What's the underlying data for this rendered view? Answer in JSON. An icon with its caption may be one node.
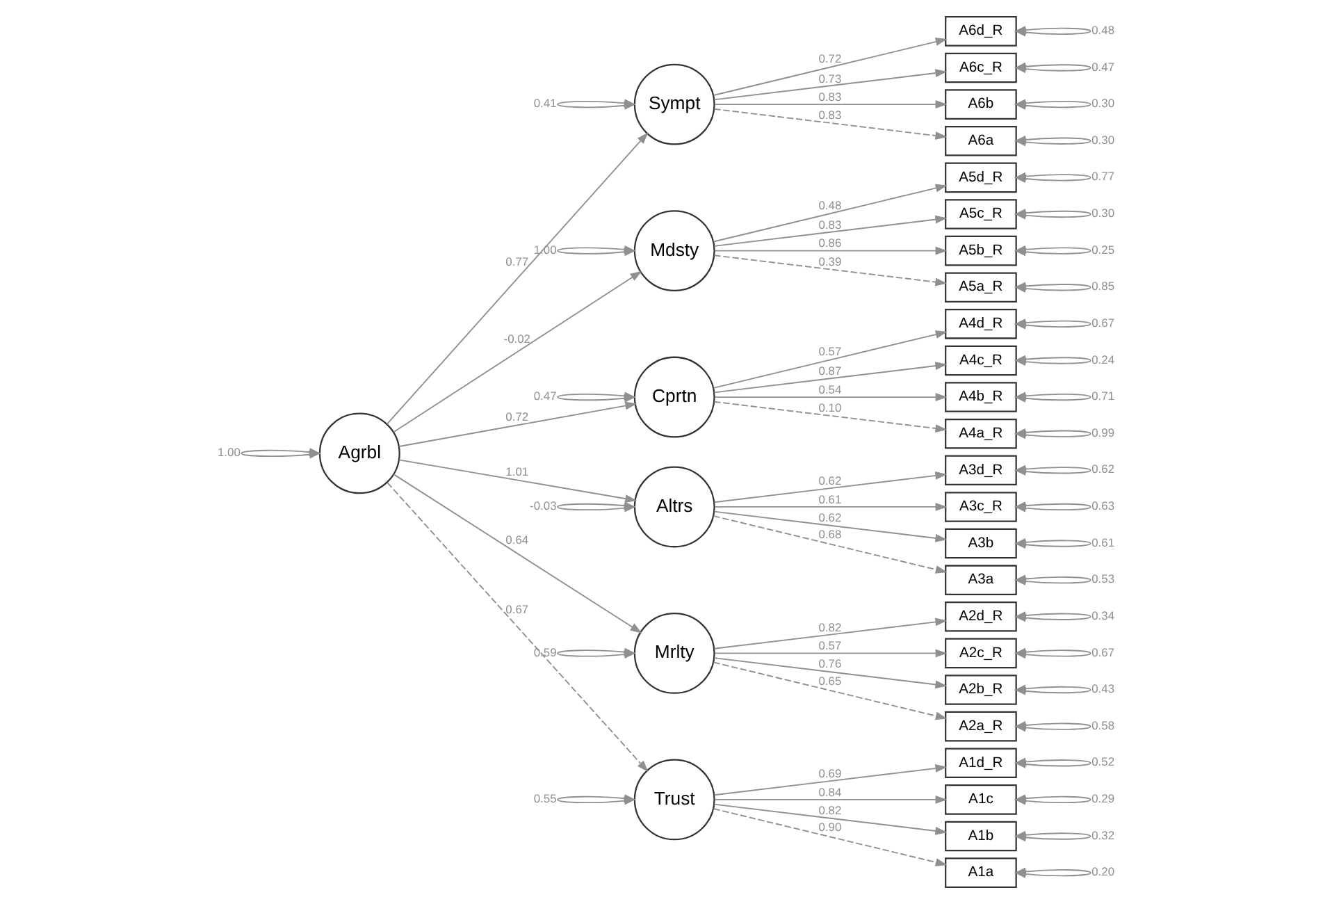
{
  "diagram": {
    "nodes": [
      {
        "text": [
          "Agrbl"
        ]
      },
      {
        "text": [
          "Sympt"
        ]
      },
      {
        "text": [
          "Mdsty"
        ]
      },
      {
        "text": [
          "Cprtn"
        ]
      },
      {
        "text": [
          "Altrs"
        ]
      },
      {
        "text": [
          "Mrlty"
        ]
      },
      {
        "text": [
          "Trust"
        ]
      },
      {
        "text": [
          "A6d_R"
        ]
      },
      {
        "text": [
          "A6c_R"
        ]
      },
      {
        "text": [
          "A6b"
        ]
      },
      {
        "text": [
          "A6a"
        ]
      },
      {
        "text": [
          "A5d_R"
        ]
      },
      {
        "text": [
          "A5c_R"
        ]
      },
      {
        "text": [
          "A5b_R"
        ]
      },
      {
        "text": [
          "A5a_R"
        ]
      },
      {
        "text": [
          "A4d_R"
        ]
      },
      {
        "text": [
          "A4c_R"
        ]
      },
      {
        "text": [
          "A4b_R"
        ]
      },
      {
        "text": [
          "A4a_R"
        ]
      },
      {
        "text": [
          "A3d_R"
        ]
      },
      {
        "text": [
          "A3c_R"
        ]
      },
      {
        "text": [
          "A3b"
        ]
      },
      {
        "text": [
          "A3a"
        ]
      },
      {
        "text": [
          "A2d_R"
        ]
      },
      {
        "text": [
          "A2c_R"
        ]
      },
      {
        "text": [
          "A2b_R"
        ]
      },
      {
        "text": [
          "A2a_R"
        ]
      },
      {
        "text": [
          "A1d_R"
        ]
      },
      {
        "text": [
          "A1c"
        ]
      },
      {
        "text": [
          "A1b"
        ]
      },
      {
        "text": [
          "A1a"
        ]
      }
    ],
    "edges": [
      {
        "from": 0,
        "to": 1,
        "arrow": "to",
        "label": "0.77"
      },
      {
        "from": 0,
        "to": 2,
        "arrow": "to",
        "label": "-0.02"
      },
      {
        "from": 0,
        "to": 3,
        "arrow": "to",
        "label": "0.72"
      },
      {
        "from": 0,
        "to": 4,
        "arrow": "to",
        "label": "1.01"
      },
      {
        "from": 0,
        "to": 5,
        "arrow": "to",
        "label": "0.64"
      },
      {
        "from": 0,
        "to": 6,
        "arrow": "to",
        "label": "0.67",
        "style": "dashed"
      },
      {
        "from": 1,
        "to": 7,
        "arrow": "to",
        "label": "0.72"
      },
      {
        "from": 1,
        "to": 8,
        "arrow": "to",
        "label": "0.73"
      },
      {
        "from": 1,
        "to": 9,
        "arrow": "to",
        "label": "0.83"
      },
      {
        "from": 1,
        "to": 10,
        "arrow": "to",
        "label": "0.83",
        "style": "dashed"
      },
      {
        "from": 2,
        "to": 11,
        "arrow": "to",
        "label": "0.48"
      },
      {
        "from": 2,
        "to": 12,
        "arrow": "to",
        "label": "0.83"
      },
      {
        "from": 2,
        "to": 13,
        "arrow": "to",
        "label": "0.86"
      },
      {
        "from": 2,
        "to": 14,
        "arrow": "to",
        "label": "0.39",
        "style": "dashed"
      },
      {
        "from": 3,
        "to": 15,
        "arrow": "to",
        "label": "0.57"
      },
      {
        "from": 3,
        "to": 16,
        "arrow": "to",
        "label": "0.87"
      },
      {
        "from": 3,
        "to": 17,
        "arrow": "to",
        "label": "0.54"
      },
      {
        "from": 3,
        "to": 18,
        "arrow": "to",
        "label": "0.10",
        "style": "dashed"
      },
      {
        "from": 4,
        "to": 19,
        "arrow": "to",
        "label": "0.62"
      },
      {
        "from": 4,
        "to": 20,
        "arrow": "to",
        "label": "0.61"
      },
      {
        "from": 4,
        "to": 21,
        "arrow": "to",
        "label": "0.62"
      },
      {
        "from": 4,
        "to": 22,
        "arrow": "to",
        "label": "0.68",
        "style": "dashed"
      },
      {
        "from": 5,
        "to": 23,
        "arrow": "to",
        "label": "0.82"
      },
      {
        "from": 5,
        "to": 24,
        "arrow": "to",
        "label": "0.57"
      },
      {
        "from": 5,
        "to": 25,
        "arrow": "to",
        "label": "0.76"
      },
      {
        "from": 5,
        "to": 26,
        "arrow": "to",
        "label": "0.65",
        "style": "dashed"
      },
      {
        "from": 6,
        "to": 27,
        "arrow": "to",
        "label": "0.69"
      },
      {
        "from": 6,
        "to": 28,
        "arrow": "to",
        "label": "0.84"
      },
      {
        "from": 6,
        "to": 29,
        "arrow": "to",
        "label": "0.82"
      },
      {
        "from": 6,
        "to": 30,
        "arrow": "to",
        "label": "0.90",
        "style": "dashed"
      },
      {
        "from": 0,
        "to": 0,
        "arrow": "both",
        "label": "1.00"
      },
      {
        "from": 1,
        "to": 1,
        "arrow": "both",
        "label": "0.41"
      },
      {
        "from": 2,
        "to": 2,
        "arrow": "both",
        "label": "1.00"
      },
      {
        "from": 3,
        "to": 3,
        "arrow": "both",
        "label": "0.47"
      },
      {
        "from": 4,
        "to": 4,
        "arrow": "both",
        "label": "-0.03"
      },
      {
        "from": 5,
        "to": 5,
        "arrow": "both",
        "label": "0.59"
      },
      {
        "from": 6,
        "to": 6,
        "arrow": "both",
        "label": "0.55"
      },
      {
        "from": 7,
        "to": 7,
        "arrow": "both",
        "label": "0.48"
      },
      {
        "from": 8,
        "to": 8,
        "arrow": "both",
        "label": "0.47"
      },
      {
        "from": 9,
        "to": 9,
        "arrow": "both",
        "label": "0.30"
      },
      {
        "from": 10,
        "to": 10,
        "arrow": "both",
        "label": "0.30"
      },
      {
        "from": 11,
        "to": 11,
        "arrow": "both",
        "label": "0.77"
      },
      {
        "from": 12,
        "to": 12,
        "arrow": "both",
        "label": "0.30"
      },
      {
        "from": 13,
        "to": 13,
        "arrow": "both",
        "label": "0.25"
      },
      {
        "from": 14,
        "to": 14,
        "arrow": "both",
        "label": "0.85"
      },
      {
        "from": 15,
        "to": 15,
        "arrow": "both",
        "label": "0.67"
      },
      {
        "from": 16,
        "to": 16,
        "arrow": "both",
        "label": "0.24"
      },
      {
        "from": 17,
        "to": 17,
        "arrow": "both",
        "label": "0.71"
      },
      {
        "from": 18,
        "to": 18,
        "arrow": "both",
        "label": "0.99"
      },
      {
        "from": 19,
        "to": 19,
        "arrow": "both",
        "label": "0.62"
      },
      {
        "from": 20,
        "to": 20,
        "arrow": "both",
        "label": "0.63"
      },
      {
        "from": 21,
        "to": 21,
        "arrow": "both",
        "label": "0.61"
      },
      {
        "from": 22,
        "to": 22,
        "arrow": "both",
        "label": "0.53"
      },
      {
        "from": 23,
        "to": 23,
        "arrow": "both",
        "label": "0.34"
      },
      {
        "from": 24,
        "to": 24,
        "arrow": "both",
        "label": "0.67"
      },
      {
        "from": 25,
        "to": 25,
        "arrow": "both",
        "label": "0.43"
      },
      {
        "from": 26,
        "to": 26,
        "arrow": "both",
        "label": "0.58"
      },
      {
        "from": 27,
        "to": 27,
        "arrow": "both",
        "label": "0.52"
      },
      {
        "from": 28,
        "to": 28,
        "arrow": "both",
        "label": "0.29"
      },
      {
        "from": 29,
        "to": 29,
        "arrow": "both",
        "label": "0.32"
      },
      {
        "from": 30,
        "to": 30,
        "arrow": "both",
        "label": "0.20"
      }
    ]
  }
}
